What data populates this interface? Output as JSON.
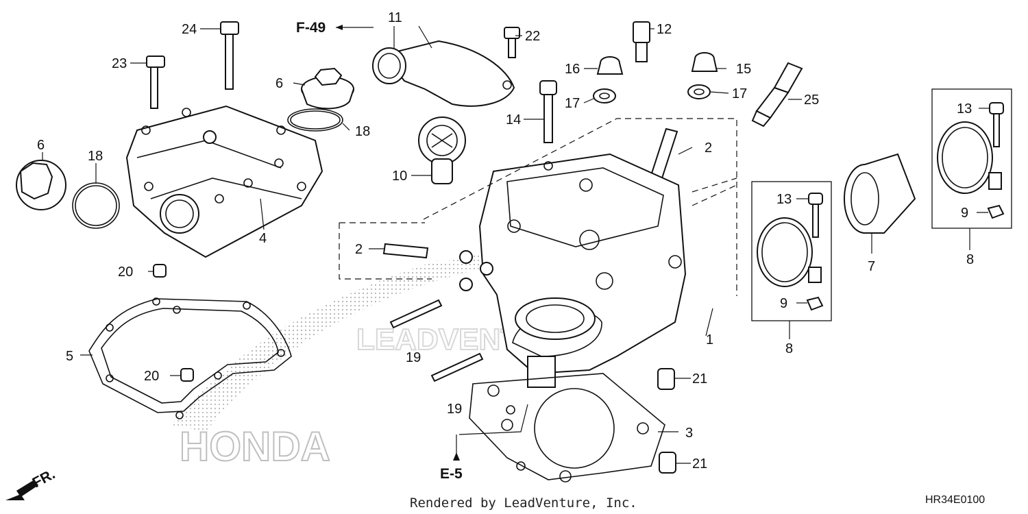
{
  "callouts": {
    "c1": "1",
    "c2a": "2",
    "c2b": "2",
    "c3": "3",
    "c4": "4",
    "c5": "5",
    "c6a": "6",
    "c6b": "6",
    "c7": "7",
    "c8a": "8",
    "c8b": "8",
    "c9a": "9",
    "c9b": "9",
    "c10": "10",
    "c11": "11",
    "c12": "12",
    "c13a": "13",
    "c13b": "13",
    "c14": "14",
    "c15": "15",
    "c16": "16",
    "c17a": "17",
    "c17b": "17",
    "c18a": "18",
    "c18b": "18",
    "c19a": "19",
    "c19b": "19",
    "c20a": "20",
    "c20b": "20",
    "c21a": "21",
    "c21b": "21",
    "c22": "22",
    "c23": "23",
    "c24": "24",
    "c25": "25"
  },
  "refs": {
    "f49": "F-49",
    "e5": "E-5",
    "front": "FR."
  },
  "watermark": {
    "brand": "HONDA",
    "dealer": "LEADVENTURE"
  },
  "footer": {
    "rendered_by": "Rendered by LeadVenture, Inc.",
    "diagram_code": "HR34E0100"
  }
}
